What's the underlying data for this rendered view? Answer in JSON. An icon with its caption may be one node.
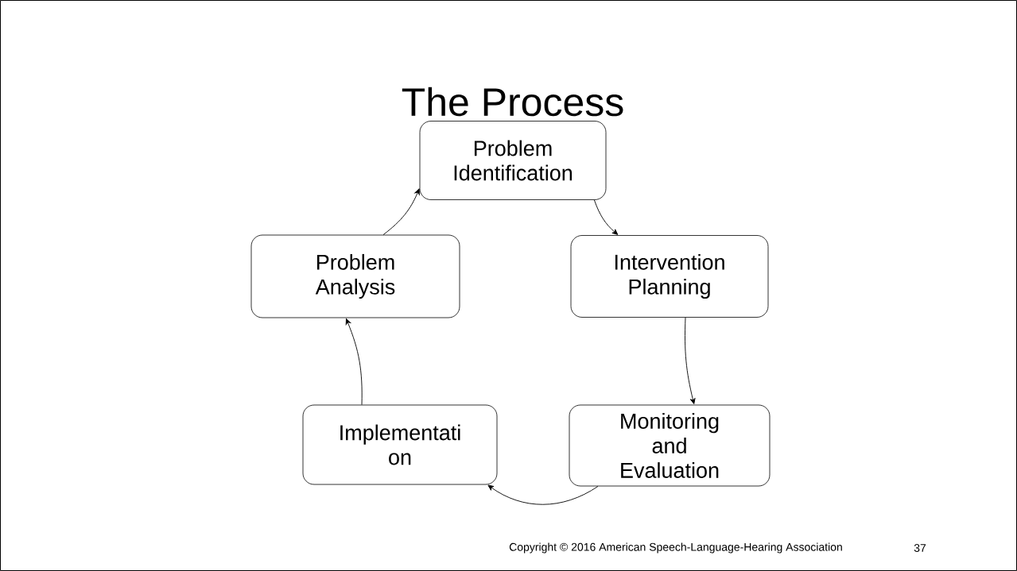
{
  "diagram": {
    "title": "The Process",
    "nodes": [
      {
        "text": [
          "Problem Identification"
        ]
      },
      {
        "text": [
          "Intervention Planning"
        ]
      },
      {
        "text": [
          "Monitoring and Evaluation"
        ]
      },
      {
        "text": [
          "Implementati on"
        ]
      },
      {
        "text": [
          "Problem Analysis"
        ]
      }
    ],
    "edges": [
      {
        "from": 0,
        "to": 1,
        "arrow": "to"
      },
      {
        "from": 1,
        "to": 2,
        "arrow": "to"
      },
      {
        "from": 2,
        "to": 3,
        "arrow": "to"
      },
      {
        "from": 3,
        "to": 4,
        "arrow": "to"
      },
      {
        "from": 4,
        "to": 0,
        "arrow": "to"
      }
    ],
    "labels": [
      "Copyright © 2016 American Speech-Language-Hearing Association",
      "37"
    ]
  }
}
